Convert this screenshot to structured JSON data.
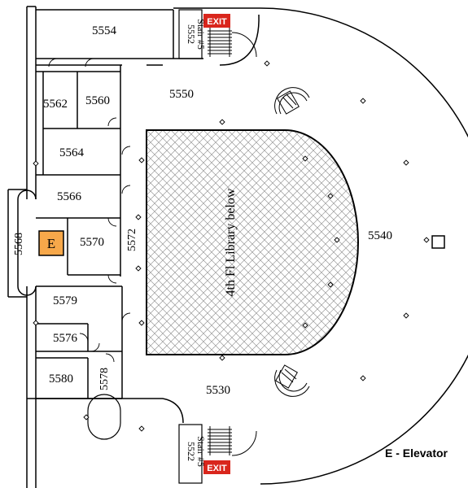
{
  "colors": {
    "wall": "#000000",
    "exit_bg": "#d9261c",
    "exit_text": "#ffffff",
    "elevator_fill": "#f7a84a",
    "library_hatch": "#999999"
  },
  "rooms": {
    "r5554": "5554",
    "r5550": "5550",
    "r5562": "5562",
    "r5560": "5560",
    "r5564": "5564",
    "r5566": "5566",
    "r5568": "5568",
    "r5570": "5570",
    "r5572": "5572",
    "r5540": "5540",
    "r5579": "5579",
    "r5576": "5576",
    "r5580": "5580",
    "r5578": "5578",
    "r5530": "5530"
  },
  "library_label": "4th Fl Library below",
  "exits": {
    "top": "EXIT",
    "bottom": "EXIT"
  },
  "stairs": {
    "top": {
      "number": "5552",
      "name": "Stair #5"
    },
    "bottom": {
      "number": "5522",
      "name": "Stair #5"
    }
  },
  "elevator": {
    "symbol": "E"
  },
  "legend": {
    "text": "E - Elevator"
  },
  "icons": {
    "door_swing": "quarter-arc-icon",
    "column": "diamond-icon",
    "stairs": "stairs-icon"
  }
}
